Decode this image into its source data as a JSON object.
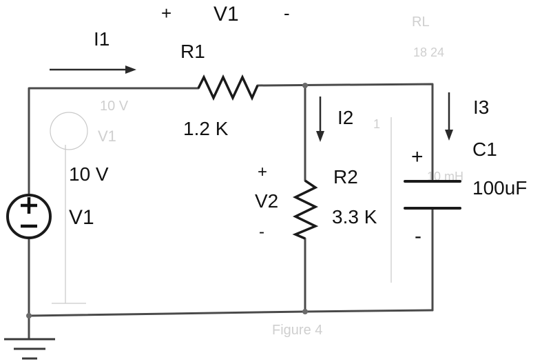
{
  "labels": {
    "current_1": "I1",
    "current_2": "I2",
    "current_3": "I3",
    "r1_name": "R1",
    "r1_value": "1.2 K",
    "r2_name": "R2",
    "r2_value": "3.3 K",
    "c1_name": "C1",
    "c1_value": "100uF",
    "source_name": "V1",
    "source_value": "10 V",
    "v1_drop": "V1",
    "v1_plus": "+",
    "v1_minus": "-",
    "v2_drop": "V2",
    "v2_plus": "+",
    "v2_minus": "-",
    "c1_plus": "+",
    "c1_minus": "-"
  },
  "faint_background": {
    "t1": "RL",
    "t2": "18  24",
    "t3": "10 V",
    "t4": "V1",
    "t5": "1",
    "t6": "10 mH",
    "t7": "Figure 4"
  },
  "colors": {
    "wire": "#4a4a4a",
    "ink": "#111111",
    "ghost": "#cfcfcf"
  }
}
